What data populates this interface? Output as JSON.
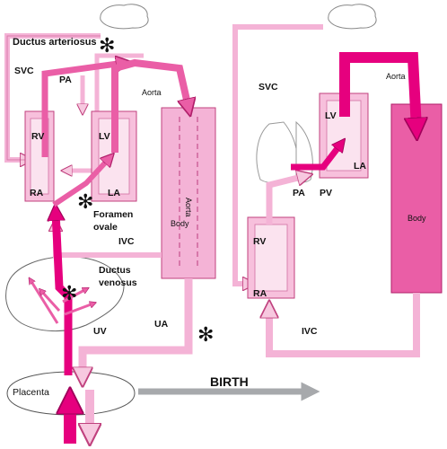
{
  "labels": {
    "ductus_arteriosus": "Ductus arteriosus",
    "svc": "SVC",
    "pa": "PA",
    "aorta": "Aorta",
    "rv": "RV",
    "lv": "LV",
    "ra": "RA",
    "la": "LA",
    "body": "Body",
    "foramen": "Foramen",
    "ovale": "ovale",
    "ivc": "IVC",
    "ductus": "Ductus",
    "venosus": "venosus",
    "ua": "UA",
    "uv": "UV",
    "placenta": "Placenta",
    "birth": "BIRTH",
    "pv": "PV"
  },
  "markers": {
    "asterisk": "✻"
  },
  "colors": {
    "light_pink": "#f4b3d6",
    "pale_pink": "#fbe3ef",
    "medium_pink": "#ea5ea6",
    "magenta": "#e6007e",
    "gray": "#a7a9ac"
  }
}
